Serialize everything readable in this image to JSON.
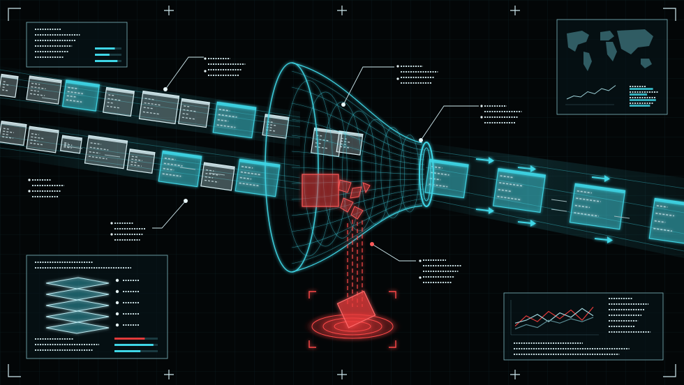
{
  "colors": {
    "background": "#030607",
    "cyan": "#3fd6e6",
    "cyan_dim": "#1d6f7a",
    "red": "#e23a3a",
    "white": "#d8eef2"
  },
  "icons": {
    "funnel": "data-filter-funnel-icon",
    "rejected_document": "rejected-document-icon",
    "layers": "stacked-layers-icon",
    "world_map": "world-map-icon",
    "arrows": "flow-arrow-icon"
  },
  "charts": {
    "top_right_line": {
      "type": "line",
      "series": [
        [
          0.2,
          0.35,
          0.3,
          0.55,
          0.45,
          0.7,
          0.6,
          0.85
        ]
      ]
    },
    "bottom_right_line": {
      "type": "line",
      "series": [
        [
          0.25,
          0.6,
          0.4,
          0.75,
          0.5,
          0.8,
          0.45,
          0.9
        ],
        [
          0.35,
          0.45,
          0.65,
          0.4,
          0.7,
          0.55,
          0.85,
          0.6
        ],
        [
          0.15,
          0.3,
          0.2,
          0.45,
          0.35,
          0.5,
          0.4,
          0.55
        ]
      ]
    }
  },
  "progress": {
    "top_left": [
      0.75,
      0.55,
      0.85
    ],
    "bottom_left": [
      0.7,
      0.9,
      0.6
    ],
    "top_right": [
      0.8,
      0.6,
      0.9,
      0.7
    ]
  }
}
